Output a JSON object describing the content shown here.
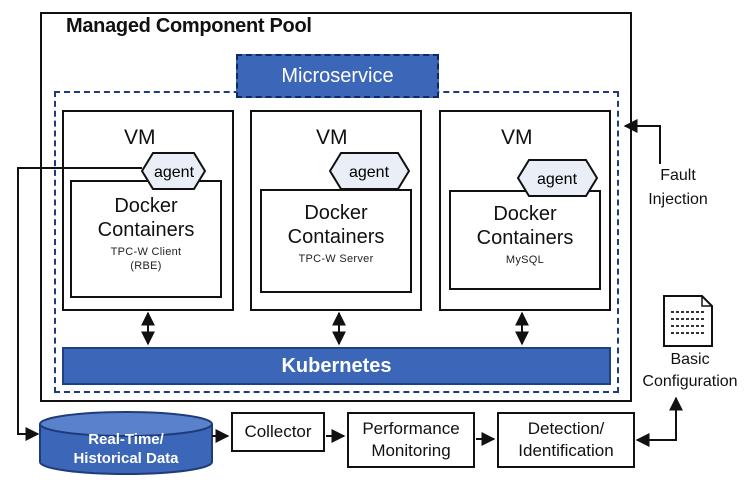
{
  "pool_title": "Managed Component Pool",
  "microservice": "Microservice",
  "vms": [
    {
      "vm": "VM",
      "agent": "agent",
      "docker_line1": "Docker",
      "docker_line2": "Containers",
      "detail_line1": "TPC-W Client",
      "detail_line2": "(RBE)"
    },
    {
      "vm": "VM",
      "agent": "agent",
      "docker_line1": "Docker",
      "docker_line2": "Containers",
      "detail_line1": "TPC-W Server",
      "detail_line2": ""
    },
    {
      "vm": "VM",
      "agent": "agent",
      "docker_line1": "Docker",
      "docker_line2": "Containers",
      "detail_line1": "MySQL",
      "detail_line2": ""
    }
  ],
  "kubernetes": "Kubernetes",
  "fault_injection": {
    "line1": "Fault",
    "line2": "Injection"
  },
  "basic_configuration": {
    "line1": "Basic",
    "line2": "Configuration",
    "icon": "document-icon"
  },
  "database": {
    "line1": "Real-Time/",
    "line2": "Historical Data"
  },
  "collector": "Collector",
  "performance_monitoring": {
    "line1": "Performance",
    "line2": "Monitoring"
  },
  "detection": {
    "line1": "Detection/",
    "line2": "Identification"
  },
  "colors": {
    "accent_blue": "#3c66b8",
    "dark_blue": "#1f3b7a",
    "outline": "#111111"
  }
}
